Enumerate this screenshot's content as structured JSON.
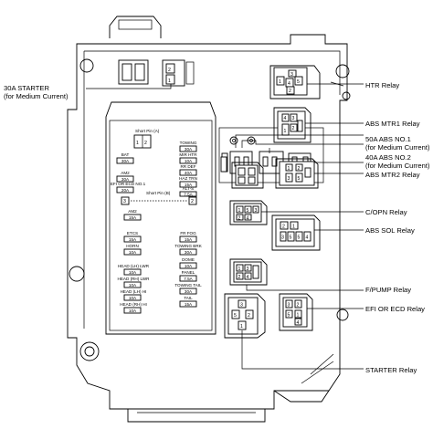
{
  "labels": {
    "starter_30a": "30A STARTER",
    "starter_30a_sub": "(for Medium Current)",
    "htr_relay": "HTR Relay",
    "abs_mtr1_relay": "ABS MTR1 Relay",
    "abs_no1": "50A ABS NO.1",
    "abs_no1_sub": "(for Medium Current)",
    "abs_no2": "40A ABS NO.2",
    "abs_no2_sub": "(for Medium Current)",
    "abs_mtr2_relay": "ABS MTR2 Relay",
    "copn_relay": "C/OPN Relay",
    "abs_sol_relay": "ABS SOL Relay",
    "fpump_relay": "F/PUMP Relay",
    "efi_relay": "EFI OR ECD Relay",
    "starter_relay": "STARTER Relay"
  },
  "fuse_panel": {
    "short_pin_a": "Short Pin (A)",
    "short_pin_b": "Short Pin (B)",
    "left": [
      {
        "name": "BAT",
        "amp": "30A"
      },
      {
        "name": "AM2",
        "amp": "30A"
      },
      {
        "name": "EFI OR ECD NO.1",
        "amp": "20A"
      },
      {
        "name": "AM2",
        "amp": "15A"
      },
      {
        "name": "ETCS",
        "amp": "15A"
      },
      {
        "name": "HORN",
        "amp": "10A"
      },
      {
        "name": "HEAD (LH) LWR",
        "amp": "10A"
      },
      {
        "name": "HEAD (RH) LWR",
        "amp": "10A"
      },
      {
        "name": "HEAD (LH) HI",
        "amp": "10A"
      },
      {
        "name": "HEAD (RH) HI",
        "amp": "10A"
      }
    ],
    "right": [
      {
        "name": "TOWING",
        "amp": "30A"
      },
      {
        "name": "MIR HTR",
        "amp": "10A"
      },
      {
        "name": "RR DEF",
        "amp": "40A"
      },
      {
        "name": "HAZ TRN",
        "amp": "15A"
      },
      {
        "name": "ALT-S",
        "amp": "7.5A"
      },
      {
        "name": "FR FOG",
        "amp": "15A"
      },
      {
        "name": "TOWING BRK",
        "amp": "30A"
      },
      {
        "name": "DOME",
        "amp": "10A"
      },
      {
        "name": "PANEL",
        "amp": "7.5A"
      },
      {
        "name": "TOWING TAIL",
        "amp": "30A"
      },
      {
        "name": "TAIL",
        "amp": "15A"
      }
    ],
    "pin1": "1",
    "pin2": "2",
    "pin3": "3"
  },
  "pins": {
    "p1": "1",
    "p2": "2",
    "p3": "3",
    "p4": "4",
    "p5": "5"
  }
}
